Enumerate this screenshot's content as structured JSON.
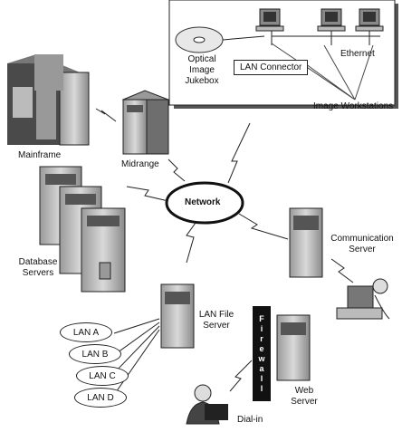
{
  "nodes": {
    "optical_jukebox": "Optical\nImage\nJukebox",
    "lan_connector": "LAN Connector",
    "ethernet": "Ethernet",
    "image_workstations": "Image Workstations",
    "mainframe": "Mainframe",
    "midrange": "Midrange",
    "network": "Network",
    "database_servers": "Database\nServers",
    "communication_server": "Communication\nServer",
    "lan_file_server": "LAN File\nServer",
    "firewall": "Firewall",
    "web_server": "Web\nServer",
    "dial_in": "Dial-in"
  },
  "lans": [
    "LAN A",
    "LAN B",
    "LAN C",
    "LAN D"
  ],
  "colors": {
    "line": "#222222",
    "server_body": "#c8c8c8",
    "server_dark": "#6e6e6e",
    "firewall": "#111111"
  }
}
